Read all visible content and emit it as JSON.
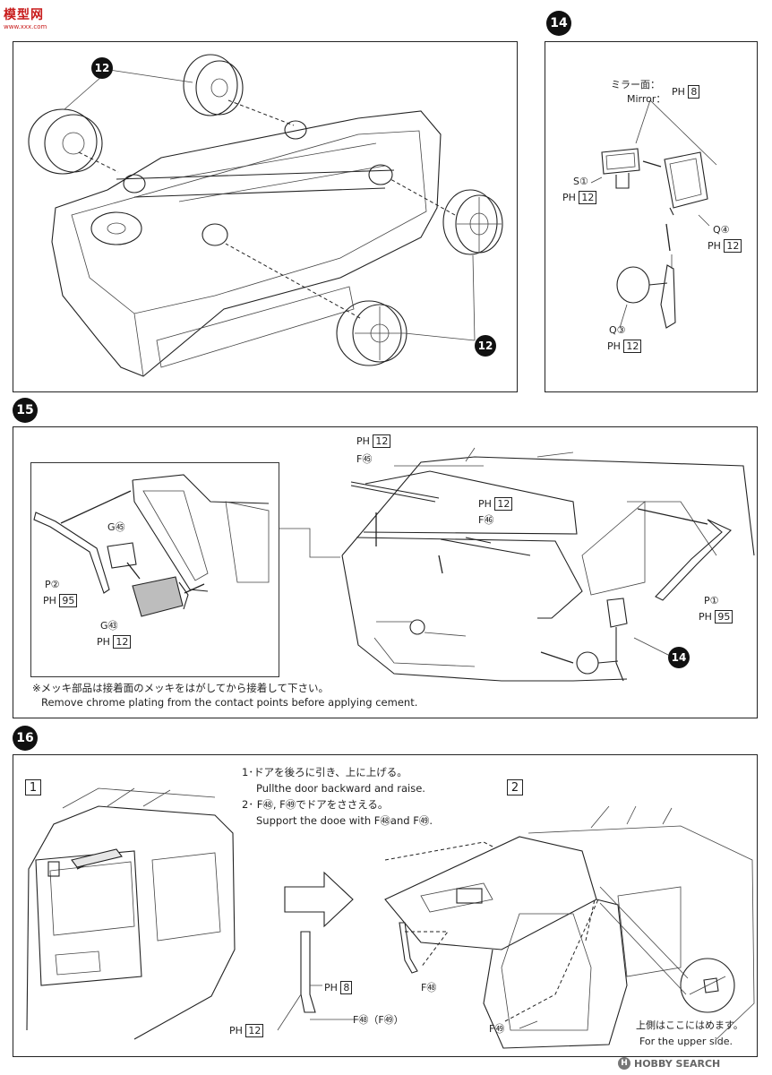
{
  "watermark": {
    "top": "模型网",
    "top_sub": "www.xxx.com",
    "bottom": "HOBBY SEARCH"
  },
  "steps": {
    "s14": "14",
    "s15": "15",
    "s16": "16"
  },
  "step12": {
    "callout": "12"
  },
  "step14": {
    "mirror_jp": "ミラー面：",
    "mirror_en": "Mirror：",
    "mirror_part": "PH",
    "mirror_num": "8",
    "s1_label": "S①",
    "s1_part": "PH",
    "s1_num": "12",
    "q4_label": "Q④",
    "q4_part": "PH",
    "q4_num": "12",
    "q3_label": "Q③",
    "q3_part": "PH",
    "q3_num": "12"
  },
  "step15": {
    "g55_label": "G㊺",
    "p2_label": "P②",
    "p2_part": "PH",
    "p2_num": "95",
    "g53_label": "G㊸",
    "g53_part": "PH",
    "g53_num": "12",
    "f45_part": "PH",
    "f45_num": "12",
    "f45_label": "F㊺",
    "f46_part": "PH",
    "f46_num": "12",
    "f46_label": "F㊻",
    "p1_label": "P①",
    "p1_part": "PH",
    "p1_num": "95",
    "callout14": "14",
    "note_jp": "※メッキ部品は接着面のメッキをはがしてから接着して下さい。",
    "note_en": "Remove chrome plating from the contact points before applying cement."
  },
  "step16": {
    "sub1": "1",
    "sub2": "2",
    "instr1_jp": "1･ドアを後ろに引き、上に上げる。",
    "instr1_en": "Pullthe door backward and raise.",
    "instr2_jp": "2･ F㊽, F㊾でドアをささえる。",
    "instr2_en": "Support the dooe with F㊽and F㊾.",
    "ph8_part": "PH",
    "ph8_num": "8",
    "ph12_part": "PH",
    "ph12_num": "12",
    "f48_f49_label": "F㊽（F㊾）",
    "f48_label": "F㊽",
    "f49_label": "F㊾",
    "upper_jp": "上側はここにはめます。",
    "upper_en": "For the upper side."
  }
}
